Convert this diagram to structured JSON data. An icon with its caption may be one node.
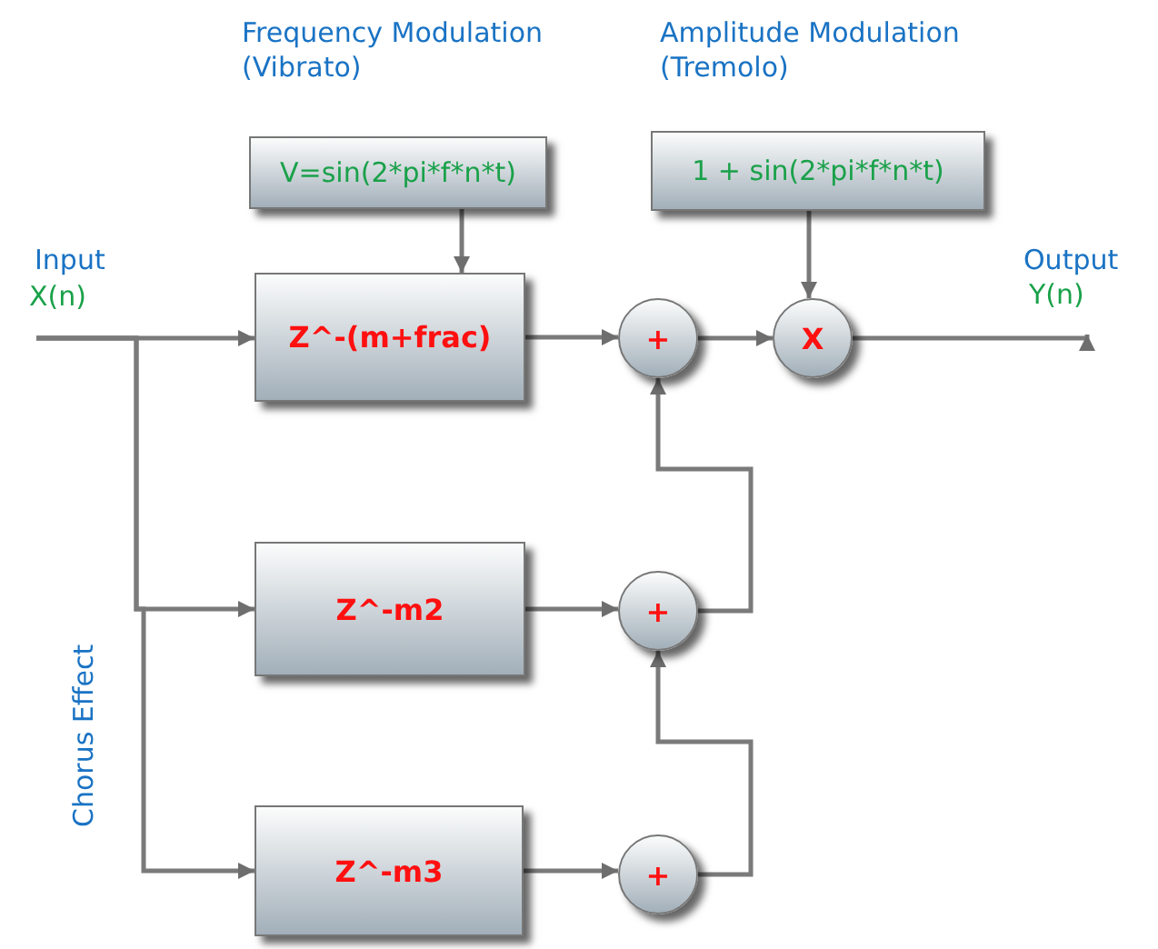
{
  "diagram": {
    "nodes": [
      {
        "text": [
          "V=sin(2*pi*f*n*t)"
        ]
      },
      {
        "text": [
          "1 + sin(2*pi*f*n*t)"
        ]
      },
      {
        "text": [
          "Z^-(m+frac)"
        ]
      },
      {
        "text": [
          "+"
        ]
      },
      {
        "text": [
          "X"
        ]
      },
      {
        "text": [
          "Z^-m2"
        ]
      },
      {
        "text": [
          "+"
        ]
      },
      {
        "text": [
          "Z^-m3"
        ]
      },
      {
        "text": [
          "+"
        ]
      },
      {
        "text": [
          "Output",
          "Y(n)"
        ]
      }
    ],
    "edges": [
      {
        "from": 0,
        "to": 2,
        "arrow": "to"
      },
      {
        "from": 1,
        "to": 4,
        "arrow": "to"
      },
      {
        "from": null,
        "to": 2,
        "arrow": "to"
      },
      {
        "from": 2,
        "to": 3,
        "arrow": "to"
      },
      {
        "from": 3,
        "to": 4,
        "arrow": "to"
      },
      {
        "from": 4,
        "to": 9,
        "arrow": "to"
      },
      {
        "from": null,
        "to": 5,
        "arrow": "to"
      },
      {
        "from": 5,
        "to": 6,
        "arrow": "to"
      },
      {
        "from": null,
        "to": 7,
        "arrow": "to"
      },
      {
        "from": 7,
        "to": 8,
        "arrow": "to"
      },
      {
        "from": 6,
        "to": 3,
        "arrow": "to"
      },
      {
        "from": 8,
        "to": 6,
        "arrow": "to"
      }
    ],
    "labels": [
      "Frequency Modulation (Vibrato)",
      "Amplitude Modulation (Tremolo)",
      "Input",
      "X(n)",
      "Chorus Effect"
    ]
  }
}
